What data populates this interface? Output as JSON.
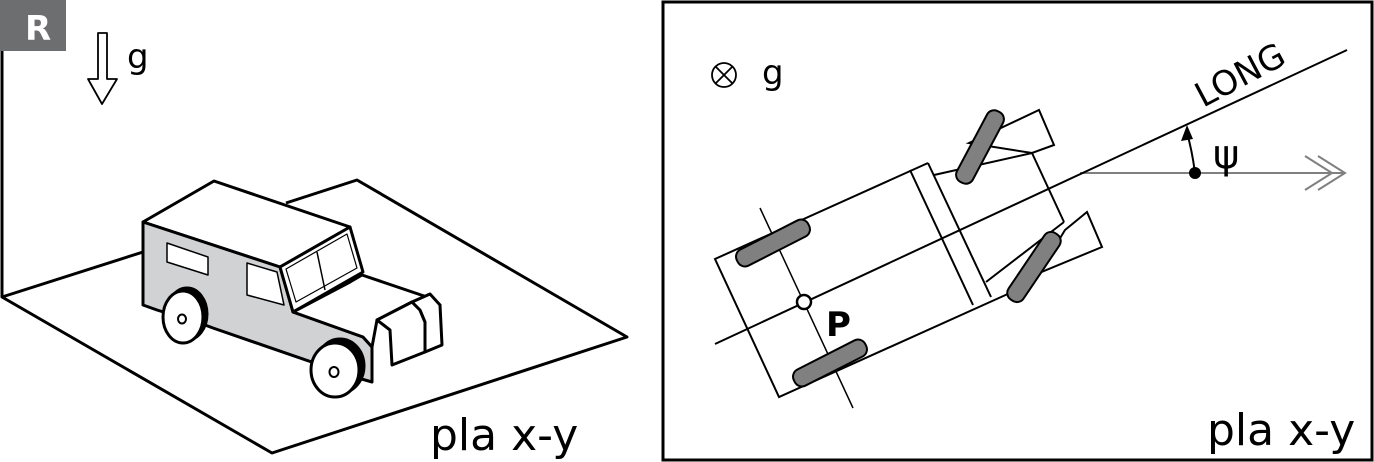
{
  "left_panel": {
    "badge": "R",
    "gravity_label": "g",
    "plane_label": "pla x-y"
  },
  "right_panel": {
    "gravity_label": "g",
    "axis_label": "LONG",
    "angle_label": "ψ",
    "point_label": "P",
    "plane_label": "pla x-y"
  },
  "colors": {
    "badge_bg": "#6d6e70",
    "car_side": "#d1d2d4",
    "wheel": "#808080",
    "reference_arrow": "#808080"
  }
}
